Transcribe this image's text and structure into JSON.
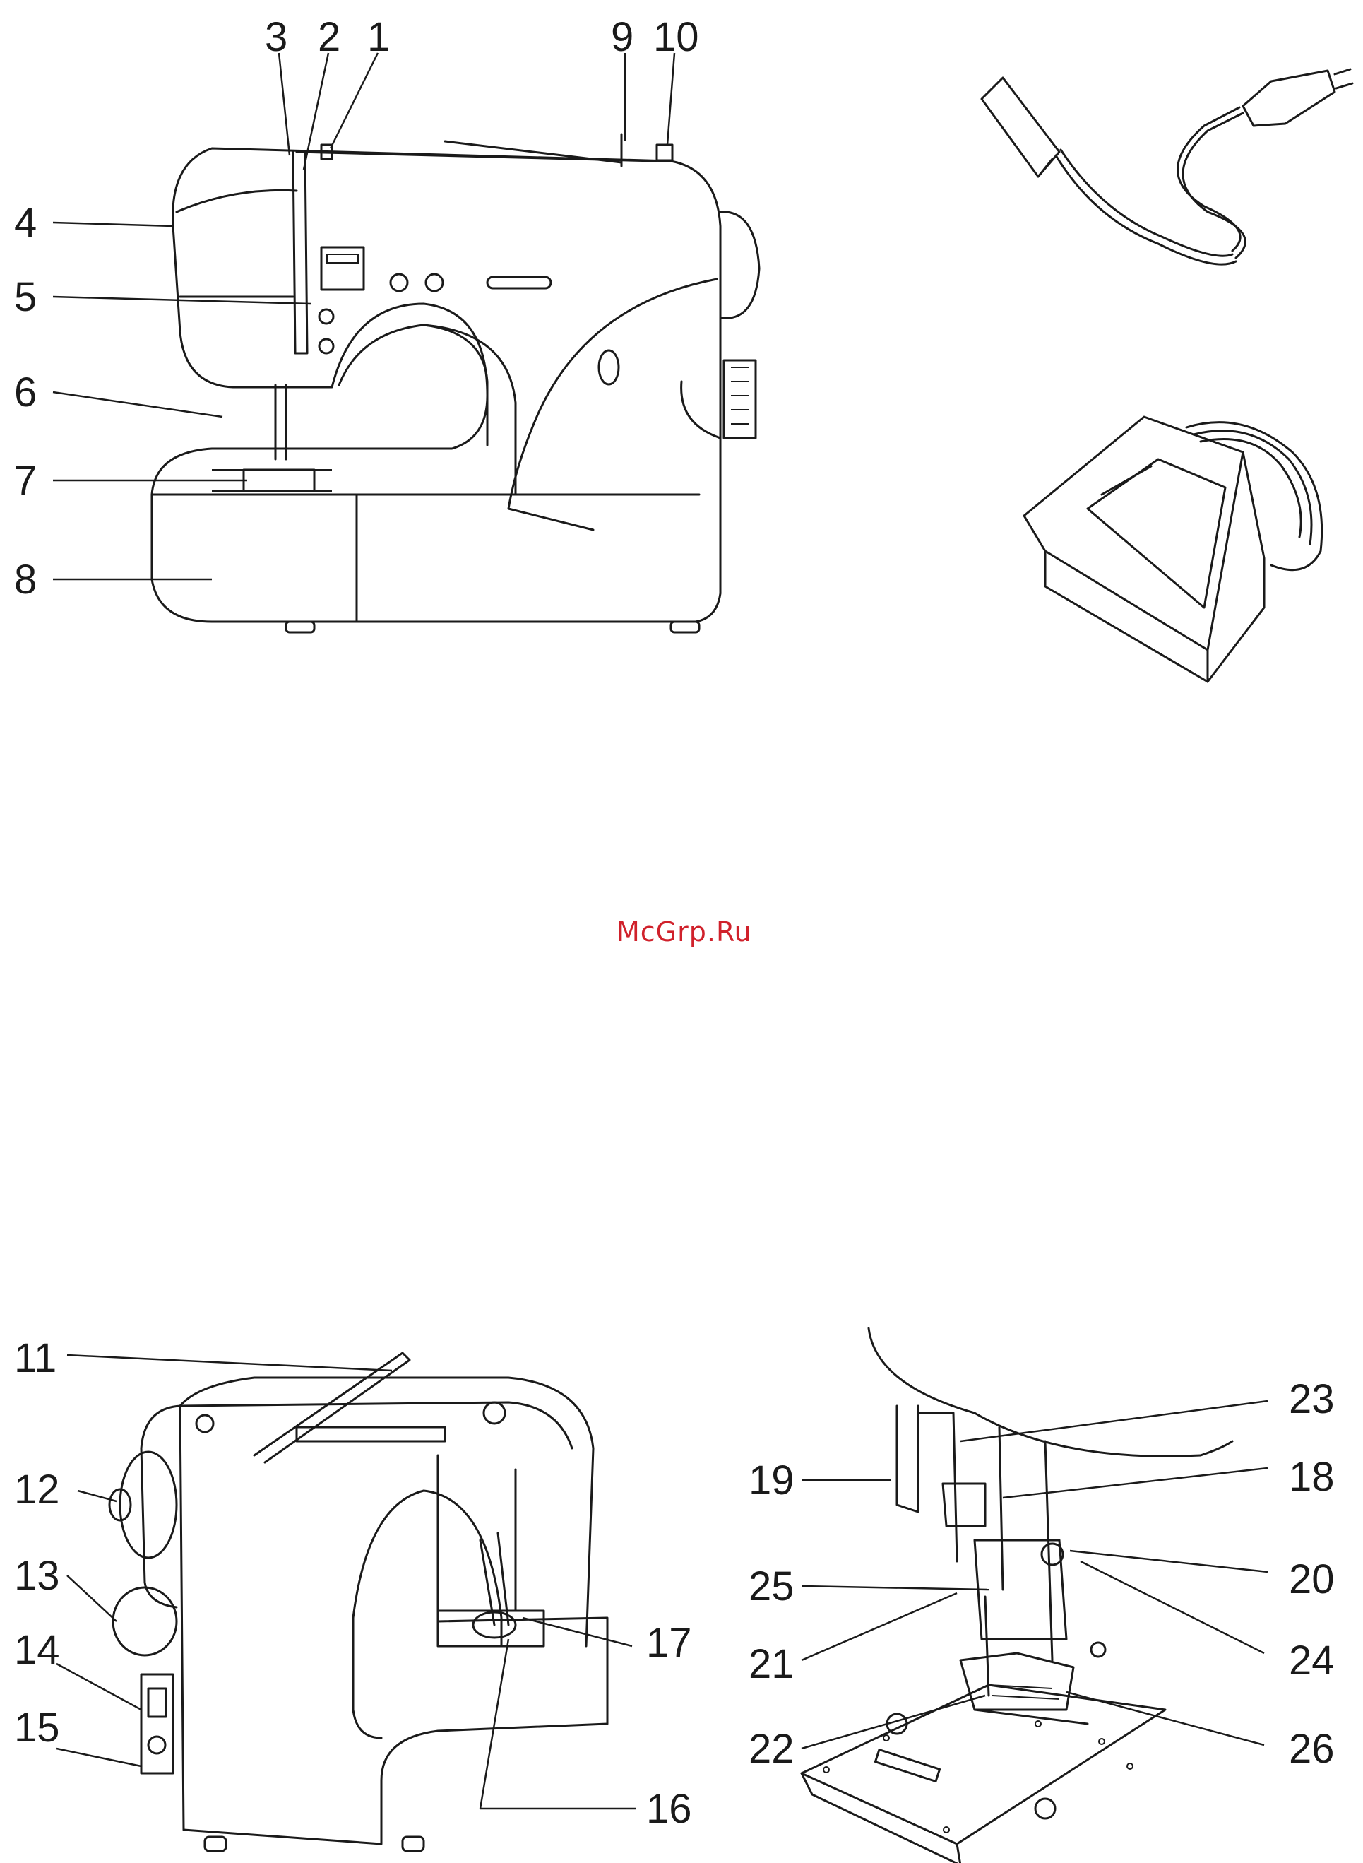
{
  "watermark": "McGrp.Ru",
  "callouts_top": [
    "1",
    "2",
    "3",
    "4",
    "5",
    "6",
    "7",
    "8",
    "9",
    "10"
  ],
  "callouts_back": [
    "11",
    "12",
    "13",
    "14",
    "15",
    "16",
    "17"
  ],
  "callouts_foot": [
    "18",
    "19",
    "20",
    "21",
    "22",
    "23",
    "24",
    "25",
    "26"
  ]
}
